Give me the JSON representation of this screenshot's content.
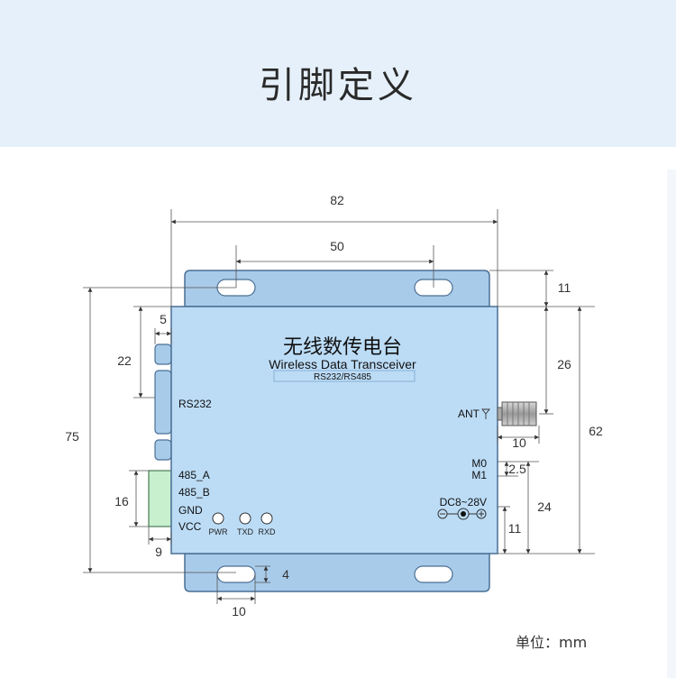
{
  "header": {
    "title": "引脚定义"
  },
  "device": {
    "name_cn": "无线数传电台",
    "name_en": "Wireless Data Transceiver",
    "interfaces": "RS232/RS485"
  },
  "ports": {
    "rs232": "RS232",
    "a485": "485_A",
    "b485": "485_B",
    "gnd": "GND",
    "vcc": "VCC",
    "ant": "ANT",
    "m0": "M0",
    "m1": "M1",
    "dc": "DC8~28V"
  },
  "leds": {
    "pwr": "PWR",
    "txd": "TXD",
    "rxd": "RXD"
  },
  "dimensions": {
    "width_total": "82",
    "hole_spacing": "50",
    "height_total": "75",
    "body_height": "62",
    "top_tab": "11",
    "ant_height": "26",
    "ant_length": "10",
    "m_spacing": "2.5",
    "dc_height": "24",
    "dc_bottom": "11",
    "db9_width": "5",
    "db9_height": "22",
    "term_height": "16",
    "term_width": "9",
    "slot_height": "4",
    "slot_width": "10"
  },
  "footer": {
    "unit": "单位：mm"
  },
  "colors": {
    "body": "#bcdcf6",
    "plate": "#a9cbea",
    "outline": "#4a6f94",
    "header_bg": "#e6f0fb"
  }
}
